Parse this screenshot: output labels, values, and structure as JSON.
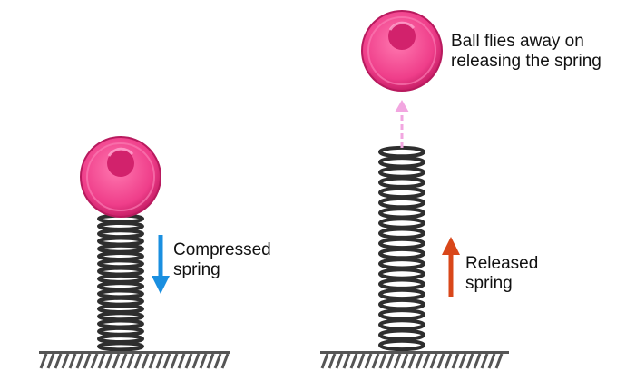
{
  "labels": {
    "compressed": [
      "Compressed",
      "spring"
    ],
    "released": [
      "Released",
      "spring"
    ],
    "ball_flies": [
      "Ball flies away on",
      "releasing the spring"
    ]
  },
  "colors": {
    "ball": "#e8337f",
    "ball_highlight": "#ff7fb5",
    "spring": "#333333",
    "ground": "#555555",
    "compress_arrow": "#1a8fe0",
    "release_arrow": "#d9471a",
    "flight_arrow": "#f2a6e0"
  }
}
